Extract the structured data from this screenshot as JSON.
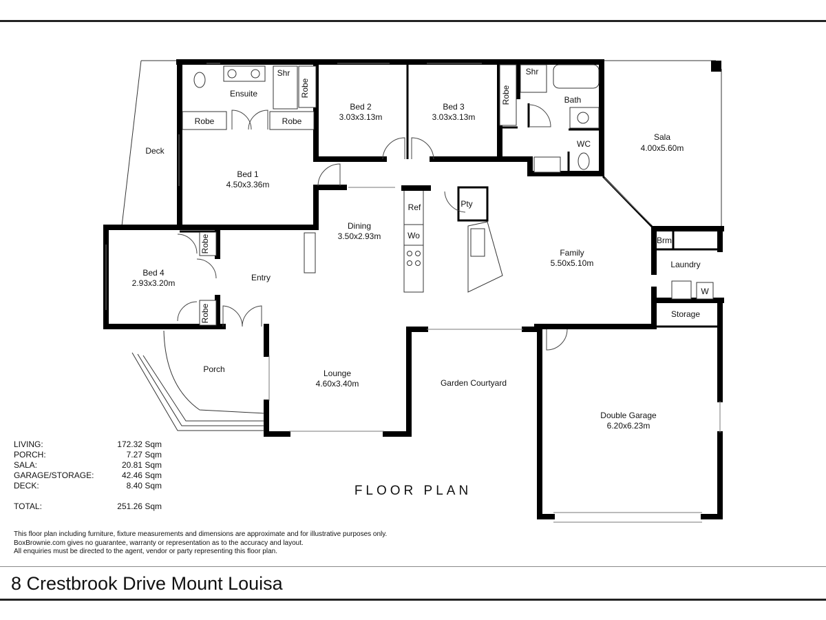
{
  "header_rule": true,
  "plan_title": "FLOOR PLAN",
  "rooms": {
    "ensuite": "Ensuite",
    "shr_ensuite": "Shr",
    "robe_a": "Robe",
    "robe_b": "Robe",
    "robe_c": "Robe",
    "robe_d": "Robe",
    "robe_e": "Robe",
    "robe_f": "Robe",
    "bed2_name": "Bed 2",
    "bed2_dim": "3.03x3.13m",
    "bed3_name": "Bed 3",
    "bed3_dim": "3.03x3.13m",
    "shr_bath": "Shr",
    "bath": "Bath",
    "wc": "WC",
    "sala_name": "Sala",
    "sala_dim": "4.00x5.60m",
    "deck": "Deck",
    "bed1_name": "Bed 1",
    "bed1_dim": "4.50x3.36m",
    "dining_name": "Dining",
    "dining_dim": "3.50x2.93m",
    "ref": "Ref",
    "wo": "Wo",
    "pty": "Pty",
    "family_name": "Family",
    "family_dim": "5.50x5.10m",
    "brm": "Brm",
    "laundry": "Laundry",
    "w": "W",
    "storage": "Storage",
    "bed4_name": "Bed 4",
    "bed4_dim": "2.93x3.20m",
    "entry": "Entry",
    "porch": "Porch",
    "lounge_name": "Lounge",
    "lounge_dim": "4.60x3.40m",
    "garden": "Garden Courtyard",
    "garage_name": "Double Garage",
    "garage_dim": "6.20x6.23m"
  },
  "areas": [
    {
      "label": "LIVING:",
      "value": "172.32 Sqm"
    },
    {
      "label": "PORCH:",
      "value": "7.27 Sqm"
    },
    {
      "label": "SALA:",
      "value": "20.81 Sqm"
    },
    {
      "label": "GARAGE/STORAGE:",
      "value": "42.46 Sqm"
    },
    {
      "label": "DECK:",
      "value": "8.40 Sqm"
    }
  ],
  "total": {
    "label": "TOTAL:",
    "value": "251.26 Sqm"
  },
  "disclaimer": [
    "This floor plan including furniture, fixture measurements and dimensions are approximate and for illustrative purposes only.",
    "BoxBrownie.com gives no guarantee, warranty or representation as to the accuracy and layout.",
    "All enquiries must be directed to the agent, vendor or party representing this floor plan."
  ],
  "address": "8 Crestbrook Drive Mount Louisa"
}
